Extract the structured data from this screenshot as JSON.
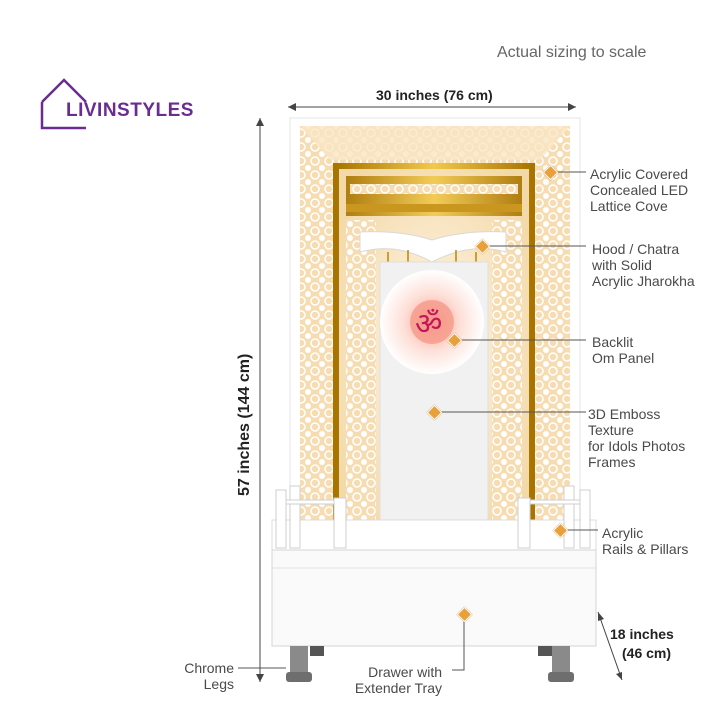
{
  "brand": {
    "name": "LIVINSTYLES"
  },
  "caption": "Actual sizing to scale",
  "dimensions": {
    "width": "30 inches (76 cm)",
    "height": "57 inches  (144 cm)",
    "depth_line1": "18 inches",
    "depth_line2": "(46 cm)"
  },
  "callouts": {
    "lattice": [
      "Acrylic Covered",
      "Concealed LED",
      "Lattice Cove"
    ],
    "hood": [
      "Hood / Chatra",
      "with Solid",
      "Acrylic Jharokha"
    ],
    "om": [
      "Backlit",
      "Om Panel"
    ],
    "emboss": [
      "3D Emboss",
      "Texture",
      "for Idols Photos",
      "Frames"
    ],
    "rails": [
      "Acrylic",
      "Rails & Pillars"
    ],
    "legs": [
      "Chrome",
      "Legs"
    ],
    "drawer": [
      "Drawer with",
      "Extender Tray"
    ]
  },
  "symbol": "ॐ",
  "colors": {
    "brand": "#6a2c91",
    "gold": "#d4a017",
    "accent": "#e8a03a"
  }
}
